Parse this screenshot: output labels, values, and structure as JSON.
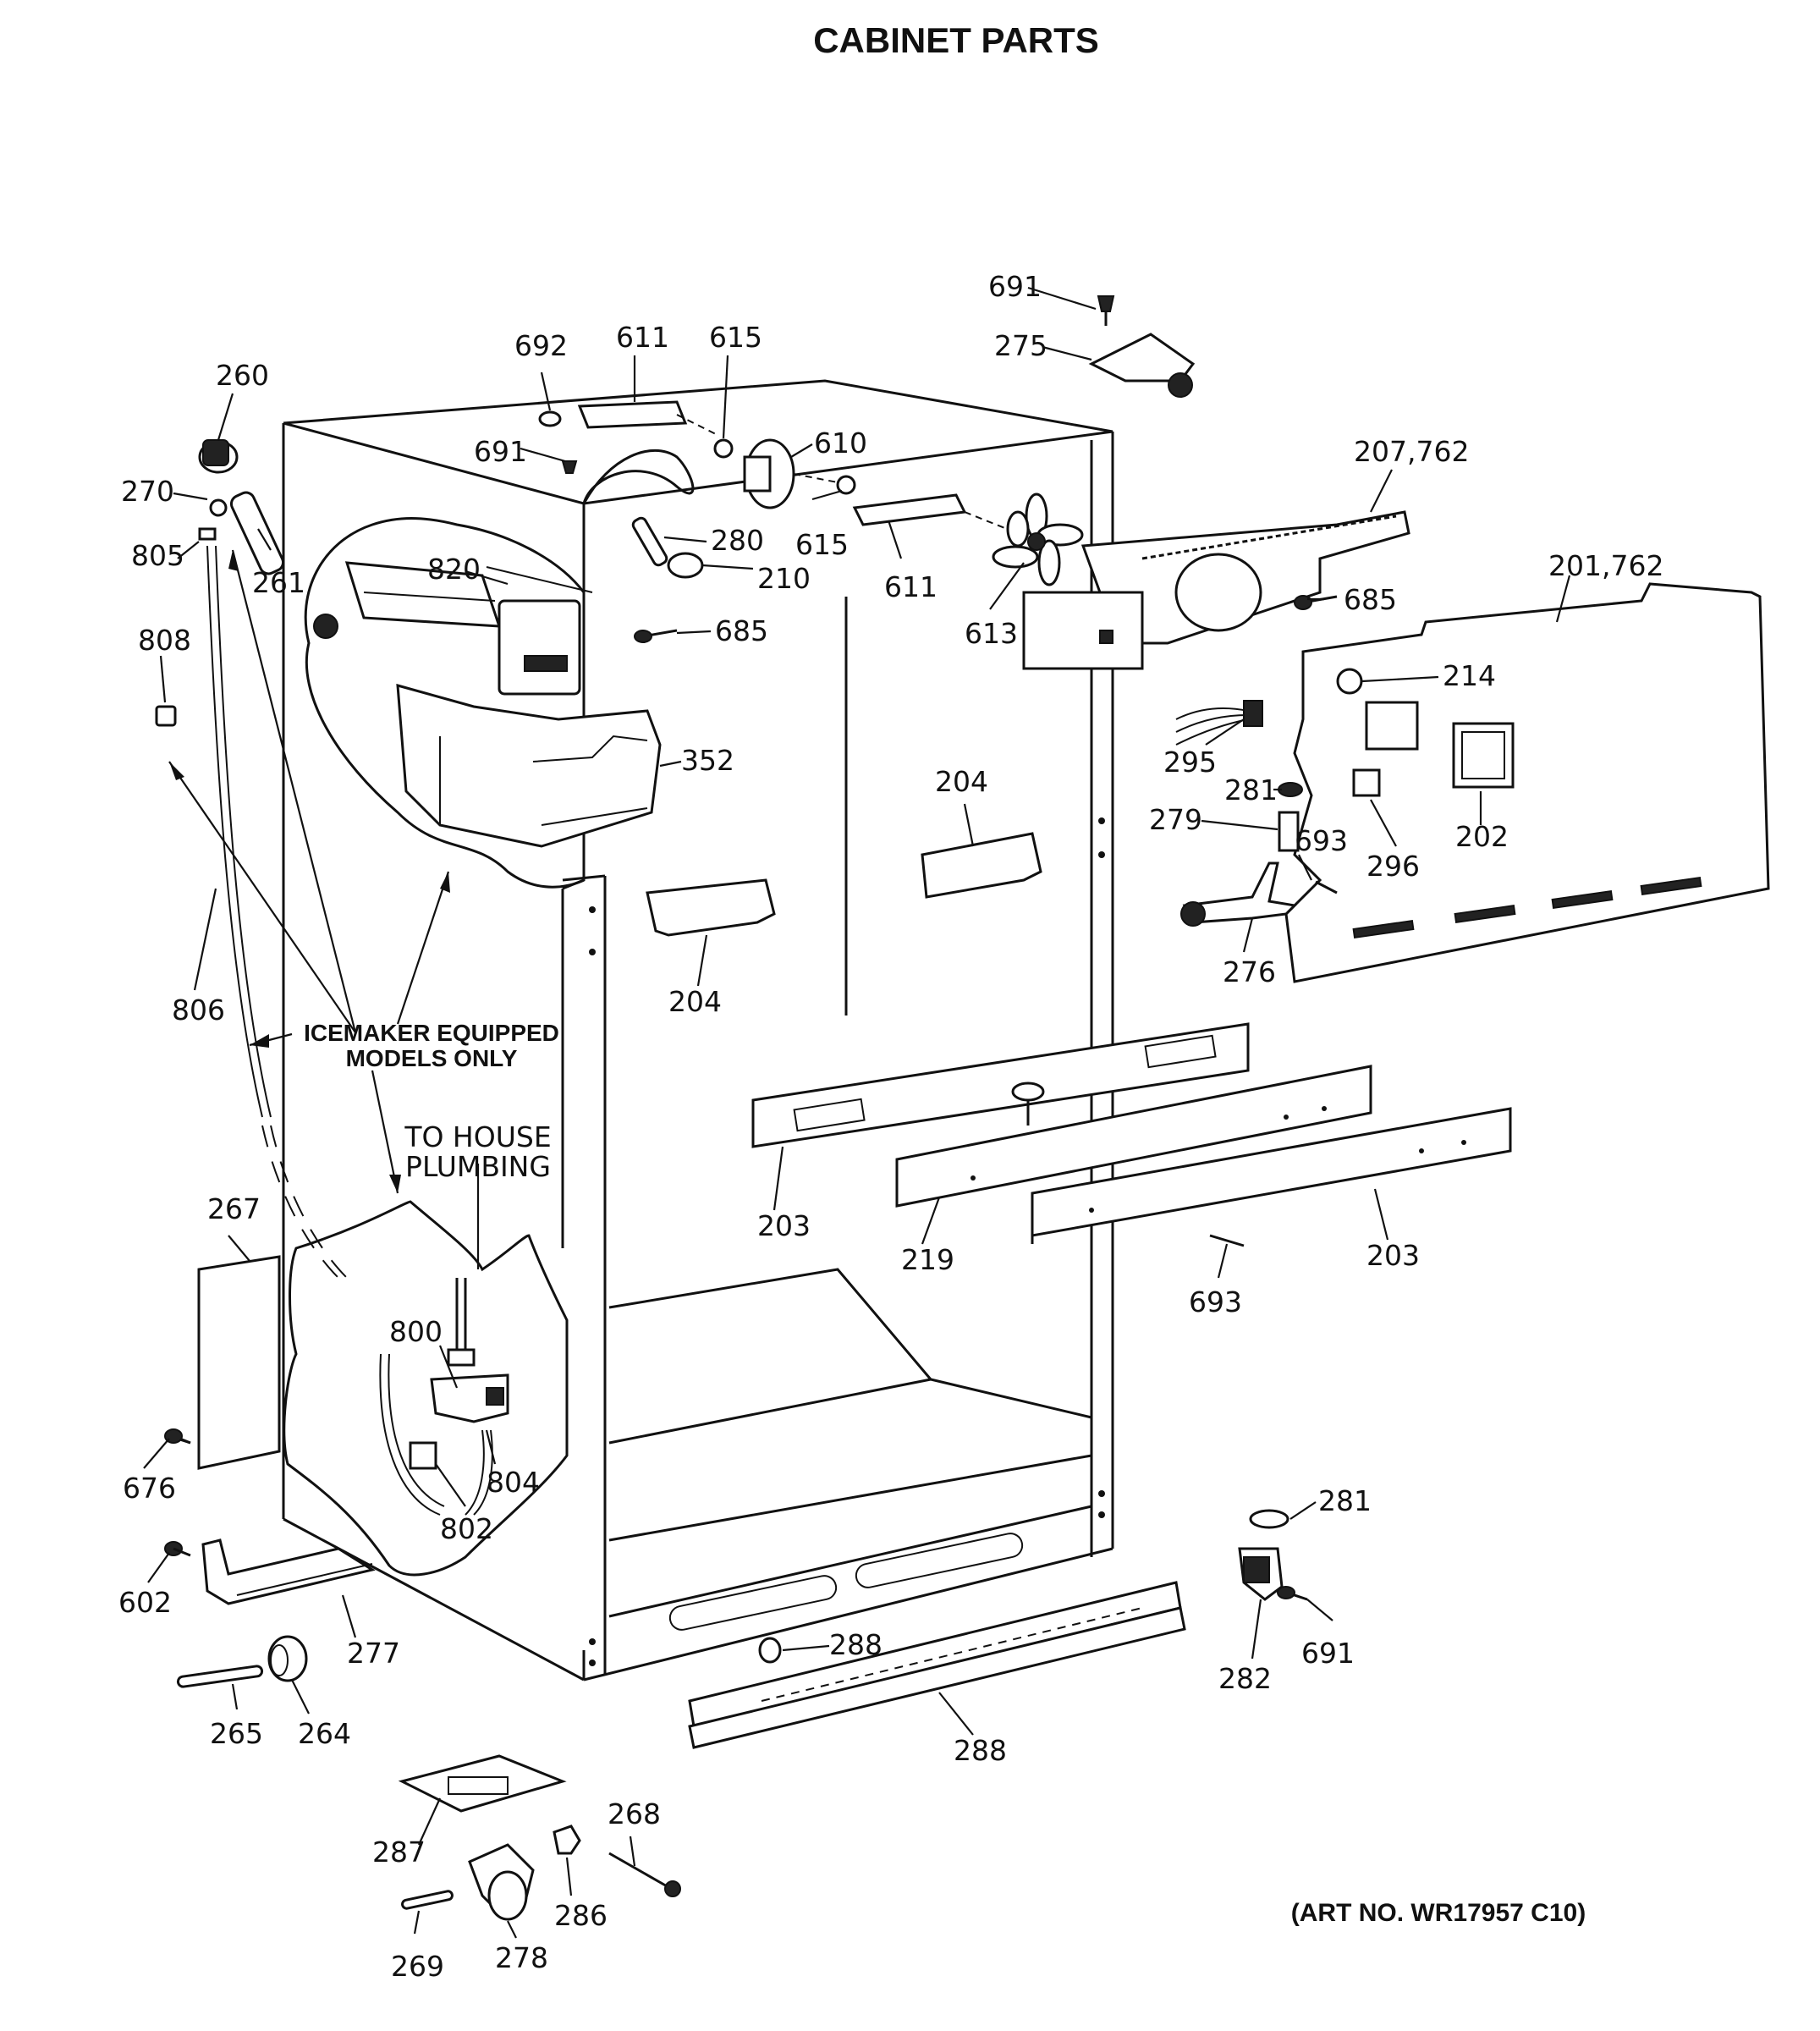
{
  "title": "CABINET PARTS",
  "callout": {
    "line1": "ICEMAKER EQUIPPED",
    "line2": "MODELS ONLY"
  },
  "plumbing": {
    "line1": "TO HOUSE",
    "line2": "PLUMBING"
  },
  "art_number": "(ART NO. WR17957 C10)",
  "labels": {
    "l691a": "691",
    "l275": "275",
    "l692": "692",
    "l611a": "611",
    "l615a": "615",
    "l260": "260",
    "l610": "610",
    "l691b": "691",
    "l207": "207,762",
    "l270": "270",
    "l280": "280",
    "l615b": "615",
    "l805": "805",
    "l261": "261",
    "l820": "820",
    "l210": "210",
    "l611b": "611",
    "l201": "201,762",
    "l685a": "685",
    "l613": "613",
    "l685b": "685",
    "l808": "808",
    "l214": "214",
    "l295": "295",
    "l352": "352",
    "l281a": "281",
    "l204a": "204",
    "l279": "279",
    "l693a": "693",
    "l296": "296",
    "l202": "202",
    "l276": "276",
    "l204b": "204",
    "l806": "806",
    "l267": "267",
    "l203a": "203",
    "l219": "219",
    "l203b": "203",
    "l693b": "693",
    "l800": "800",
    "l804": "804",
    "l676": "676",
    "l802": "802",
    "l281b": "281",
    "l602": "602",
    "l691c": "691",
    "l277": "277",
    "l282": "282",
    "l288a": "288",
    "l265": "265",
    "l264": "264",
    "l288b": "288",
    "l268": "268",
    "l287": "287",
    "l286": "286",
    "l269": "269",
    "l278": "278"
  }
}
